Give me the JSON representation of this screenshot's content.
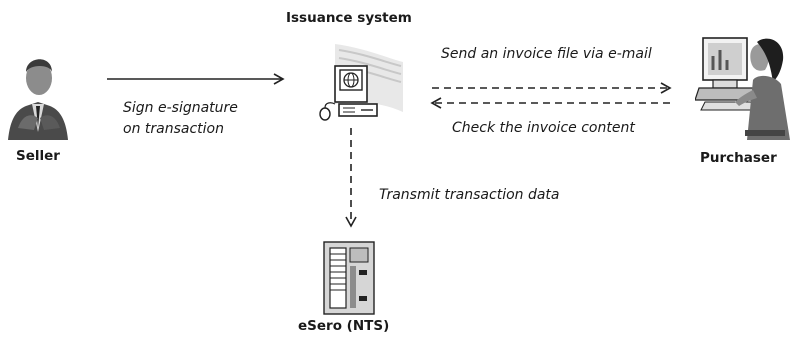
{
  "nodes": {
    "issuance": {
      "label": "Issuance system",
      "icon": "computer-icon"
    },
    "seller": {
      "label": "Seller",
      "icon": "businessman-icon"
    },
    "purchaser": {
      "label": "Purchaser",
      "icon": "woman-at-computer-icon"
    },
    "esero": {
      "label": "eSero (NTS)",
      "icon": "server-tower-icon"
    }
  },
  "edges": {
    "sign": {
      "line1": "Sign e-signature",
      "line2": "on transaction"
    },
    "send": {
      "label": "Send an invoice file via e-mail"
    },
    "check": {
      "label": "Check the invoice content"
    },
    "transmit": {
      "label": "Transmit transaction data"
    }
  }
}
